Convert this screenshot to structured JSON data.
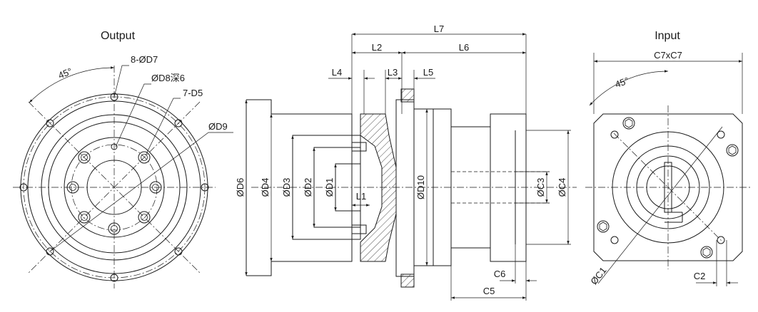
{
  "views": {
    "output": {
      "title": "Output",
      "angle": "45°",
      "labels": {
        "bolt_holes": "8-ØD7",
        "tap_holes": "ØD8深6",
        "pin_holes": "7-D5",
        "pitch_dia": "ØD9"
      }
    },
    "section": {
      "lengths": {
        "l7": "L7",
        "l2": "L2",
        "l6": "L6",
        "l4": "L4",
        "l3": "L3",
        "l5": "L5",
        "l1": "L1"
      },
      "diameters": {
        "d6": "ØD6",
        "d4": "ØD4",
        "d3": "ØD3",
        "d2": "ØD2",
        "d1": "ØD1",
        "d10": "ØD10",
        "c3": "ØC3",
        "c4": "ØC4"
      },
      "c6": "C6",
      "c5": "C5"
    },
    "input": {
      "title": "Input",
      "flange": "C7xC7",
      "angle": "45°",
      "c1": "ØC1",
      "c2": "C2"
    }
  }
}
